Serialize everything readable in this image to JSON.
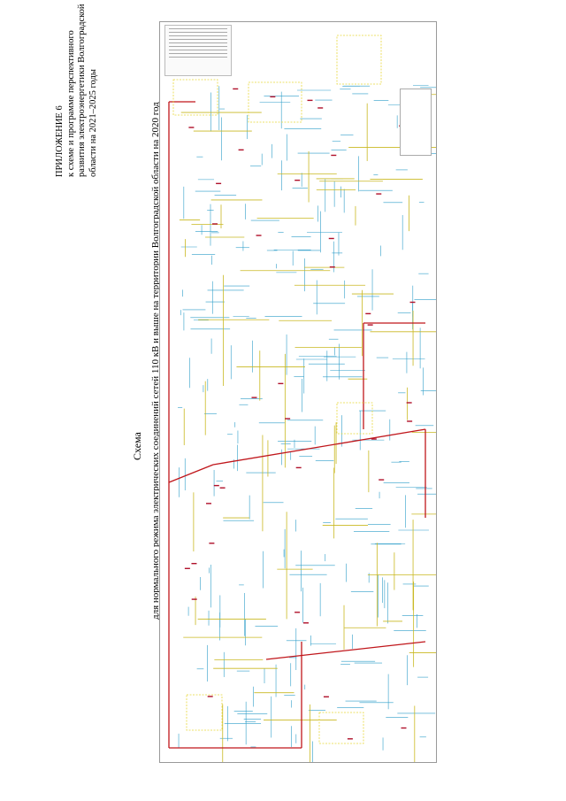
{
  "appendix": {
    "line1": "ПРИЛОЖЕНИЕ 6",
    "line2": "к схеме и программе перспективного",
    "line3": "развития электроэнергетики Волгоградской",
    "line4": "области на 2021–2025 годы"
  },
  "title": "Схема",
  "subtitle": "для нормального режима электрических соединений сетей 110 кВ и выше на территории Волгоградской области на 2020 год",
  "colors": {
    "line_500kv": "#c0161b",
    "line_220kv": "#c9b820",
    "line_110kv": "#2e9ec9",
    "substation": "#b0102a",
    "accent_yellow": "#e8d83a"
  }
}
